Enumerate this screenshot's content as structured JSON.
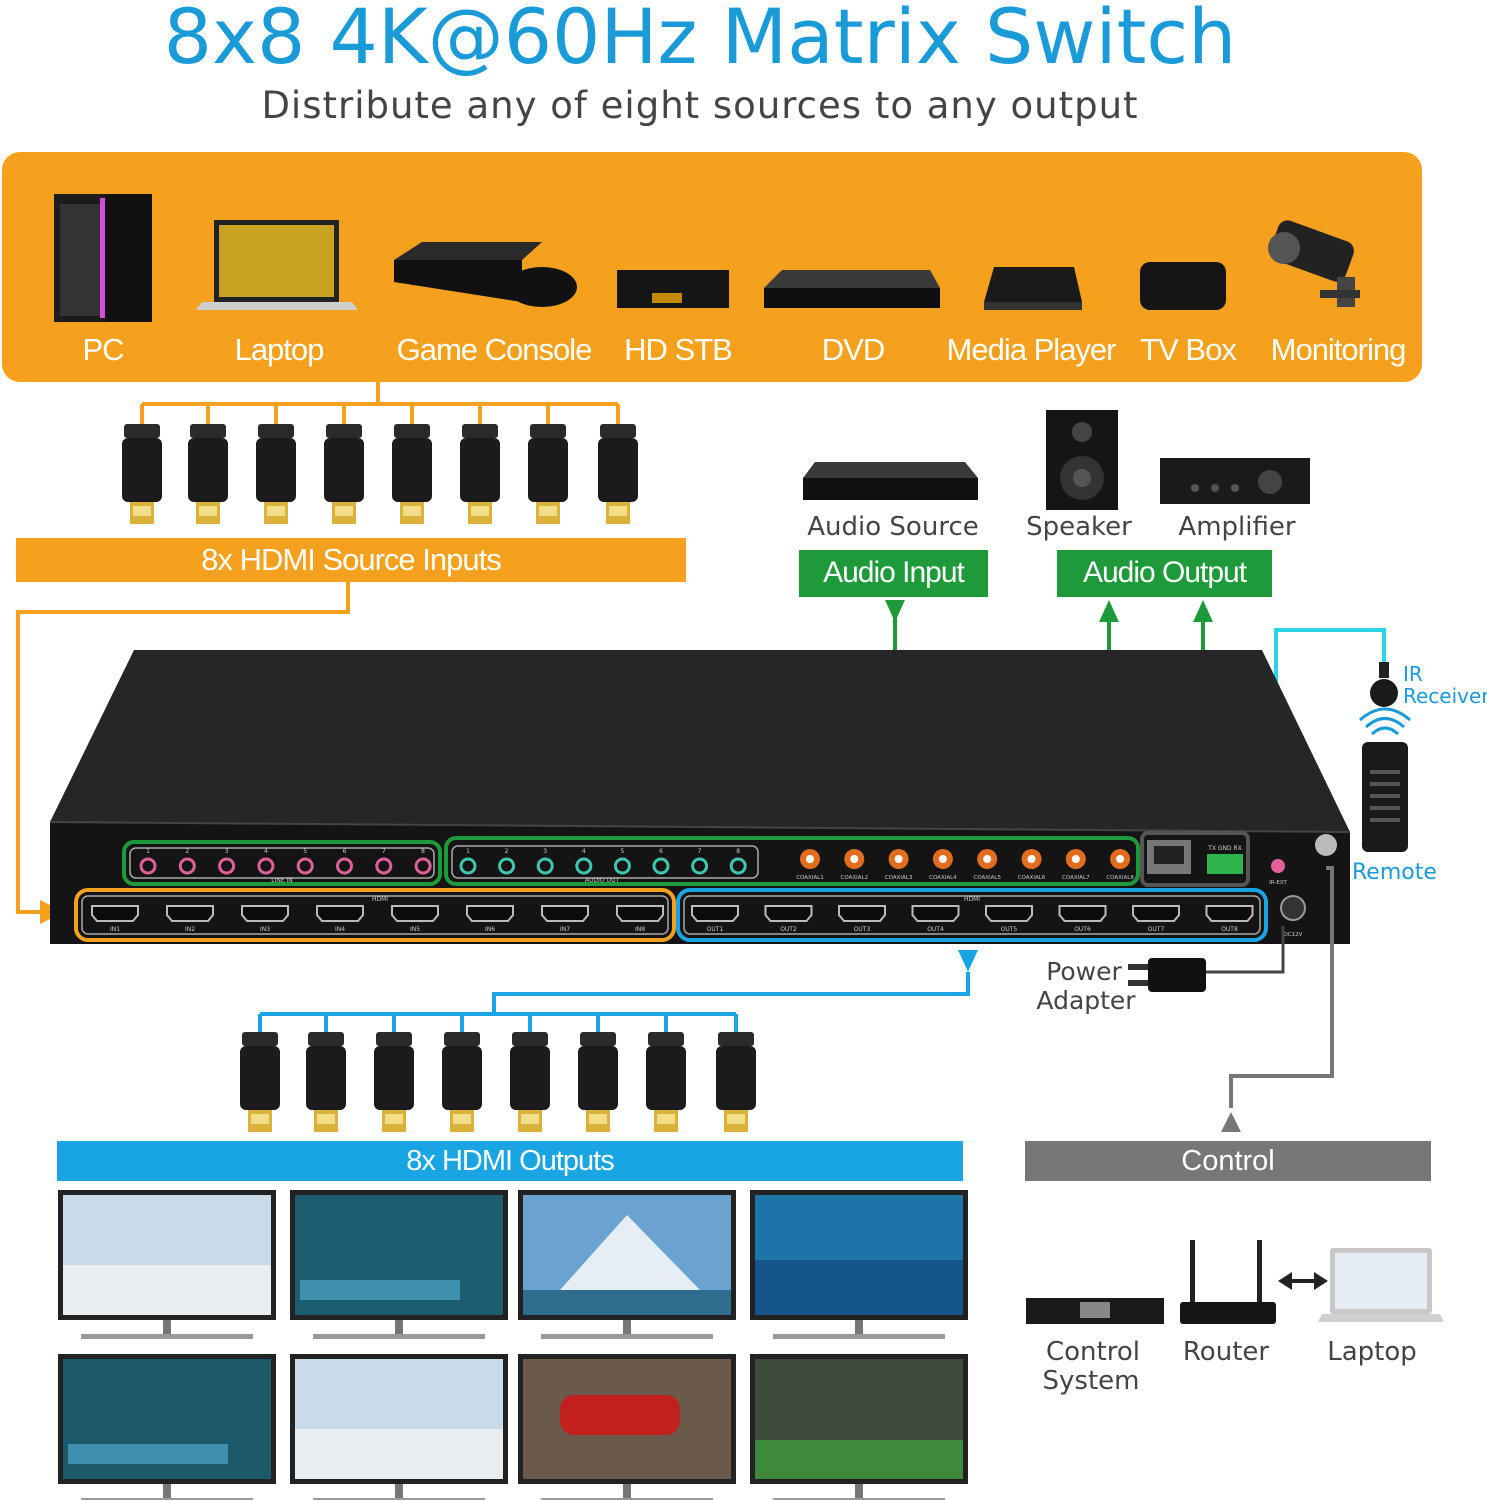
{
  "header": {
    "title": "8x8 4K@60Hz Matrix Switch",
    "subtitle": "Distribute any of eight sources to any output"
  },
  "sources": {
    "items": [
      {
        "label": "PC",
        "icon": "pc-tower-icon"
      },
      {
        "label": "Laptop",
        "icon": "laptop-icon"
      },
      {
        "label": "Game Console",
        "icon": "game-console-icon"
      },
      {
        "label": "HD STB",
        "icon": "set-top-box-icon"
      },
      {
        "label": "DVD",
        "icon": "dvd-player-icon"
      },
      {
        "label": "Media Player",
        "icon": "media-player-icon"
      },
      {
        "label": "TV Box",
        "icon": "tv-box-icon"
      },
      {
        "label": "Monitoring",
        "icon": "security-camera-icon"
      }
    ]
  },
  "inputs_bar": {
    "label": "8x HDMI Source Inputs"
  },
  "audio": {
    "source_label": "Audio Source",
    "speaker_label": "Speaker",
    "amplifier_label": "Amplifier",
    "input_bar": "Audio Input",
    "output_bar": "Audio Output"
  },
  "ir": {
    "receiver_line1": "IR",
    "receiver_line2": "Receiver",
    "remote_label": "Remote"
  },
  "device": {
    "line_in_label": "LINE IN",
    "audio_out_label": "AUDIO OUT",
    "hdmi_label": "HDMI",
    "port_numbers": [
      "1",
      "2",
      "3",
      "4",
      "5",
      "6",
      "7",
      "8"
    ],
    "coaxial_labels": [
      "COAXIAL1",
      "COAXIAL2",
      "COAXIAL3",
      "COAXIAL4",
      "COAXIAL5",
      "COAXIAL6",
      "COAXIAL7",
      "COAXIAL8"
    ],
    "hdmi_in_labels": [
      "IN1",
      "IN2",
      "IN3",
      "IN4",
      "IN5",
      "IN6",
      "IN7",
      "IN8"
    ],
    "hdmi_out_labels": [
      "OUT1",
      "OUT2",
      "OUT3",
      "OUT4",
      "OUT5",
      "OUT6",
      "OUT7",
      "OUT8"
    ],
    "rs232_label": "TX GND RX",
    "ir_ext_label": "IR-EXT",
    "dc_label": "DC12V"
  },
  "power": {
    "line1": "Power",
    "line2": "Adapter"
  },
  "outputs_bar": {
    "label": "8x HDMI Outputs"
  },
  "control": {
    "bar": "Control",
    "system_line1": "Control",
    "system_line2": "System",
    "router": "Router",
    "laptop": "Laptop"
  },
  "colors": {
    "brand_blue": "#1a9ad6",
    "orange": "#f6a11e",
    "green": "#1e9a3a",
    "output_blue": "#19a4e3",
    "gray": "#777777",
    "cyan": "#2bd3e6"
  }
}
